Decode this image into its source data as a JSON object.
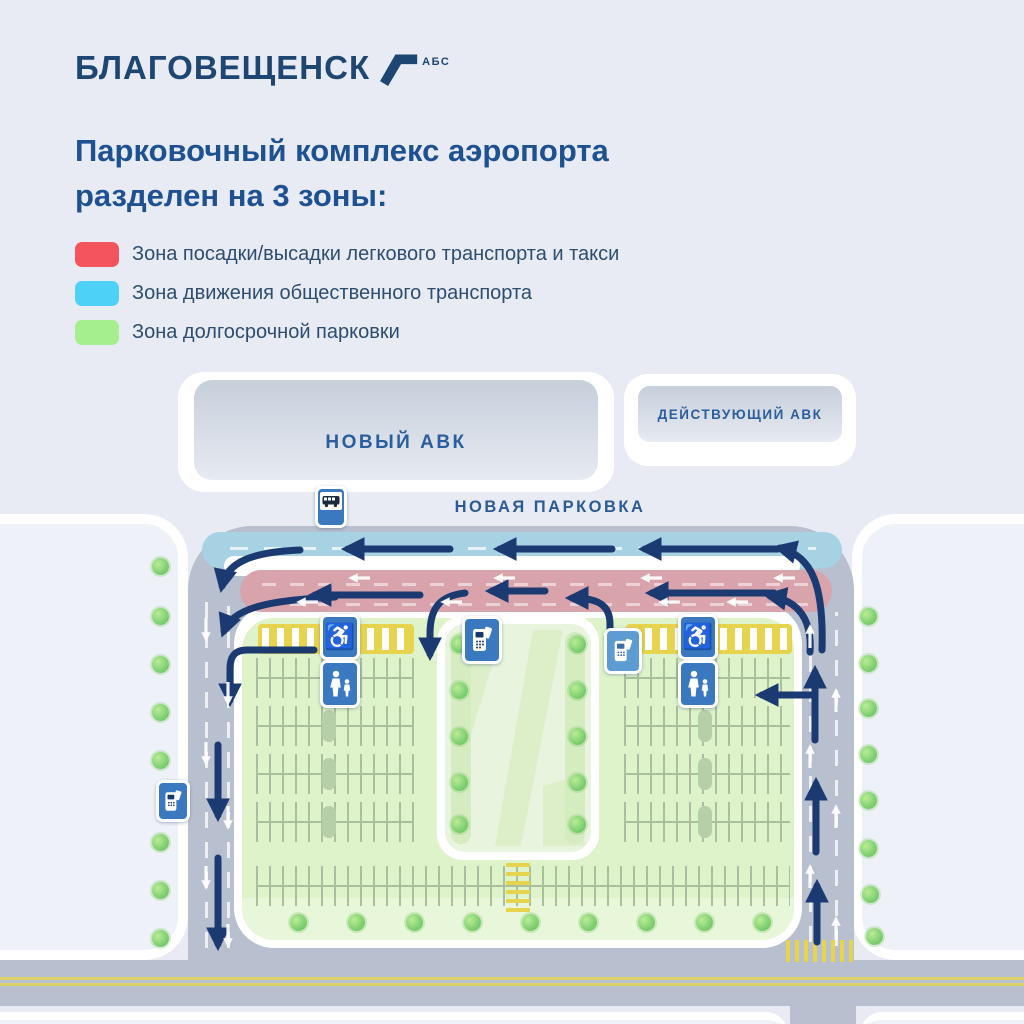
{
  "logo": {
    "city": "БЛАГОВЕЩЕНСК",
    "abbr": "АБС"
  },
  "title": {
    "line1": "Парковочный комплекс аэропорта",
    "line2": "разделен на 3 зоны:"
  },
  "legend": {
    "items": [
      {
        "color": "#f4545c",
        "label": "Зона посадки/высадки легкового транспорта и такси"
      },
      {
        "color": "#4ed1f7",
        "label": "Зона движения общественного транспорта"
      },
      {
        "color": "#a5ef8e",
        "label": "Зона долгосрочной парковки"
      }
    ]
  },
  "map": {
    "new_terminal_label": "НОВЫЙ АВК",
    "old_terminal_label": "ДЕЙСТВУЮЩИЙ АВК",
    "parking_label": "НОВАЯ ПАРКОВКА",
    "colors": {
      "dropoff_lane": "#d9a3ac",
      "transit_lane": "#a7d2e4",
      "longterm_zone": "#def3ca",
      "road": "#b8bfce",
      "flow_arrow": "#1c3a72",
      "accessible_strip": "#e7d44e"
    },
    "icons": {
      "bus_stop": "bus-stop-sign",
      "accessible_parking": "wheelchair-sign",
      "family_parking": "parent-child-sign",
      "payment": "payment-terminal-sign"
    }
  }
}
